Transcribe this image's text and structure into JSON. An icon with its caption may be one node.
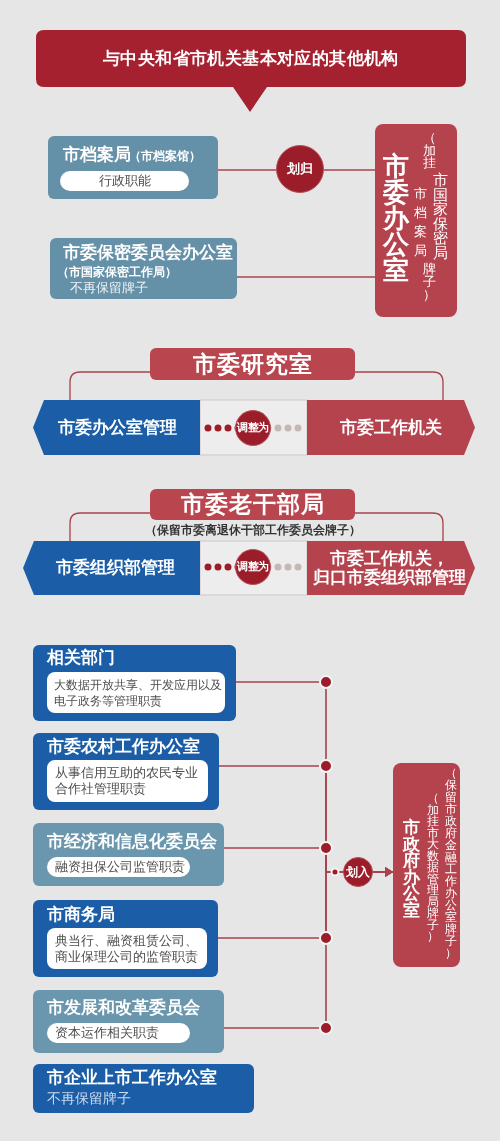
{
  "diagram": {
    "title": "与中央和省市机关基本对应的其他机构",
    "nodes": [
      {
        "text": [
          "市档案局",
          "（市档案馆）"
        ]
      },
      {
        "text": [
          "行政职能"
        ],
        "in": 0
      },
      {
        "text": [
          "市委保密委员会办公室",
          "（市国家保密工作局）",
          "不再保留牌子"
        ]
      },
      {
        "text": [
          "市委办公室",
          "（加挂",
          "市国家保密局",
          "市档案局",
          "牌子）"
        ]
      },
      {
        "text": [
          "市委研究室"
        ]
      },
      {
        "text": [
          "市委办公室管理"
        ]
      },
      {
        "text": [
          "市委工作机关"
        ]
      },
      {
        "text": [
          "市委老干部局"
        ],
        "beside": [
          "（保留市委离退休干部工作委员会牌子）"
        ]
      },
      {
        "text": [
          "市委组织部管理"
        ]
      },
      {
        "text": [
          "市委工作机关，归口市委组织部管理"
        ]
      },
      {
        "text": [
          "相关部门"
        ]
      },
      {
        "text": [
          "大数据开放共享、开发应用以及电子政务等管理职责"
        ],
        "in": 10
      },
      {
        "text": [
          "市委农村工作办公室"
        ]
      },
      {
        "text": [
          "从事信用互助的农民专业合作社管理职责"
        ],
        "in": 12
      },
      {
        "text": [
          "市经济和信息化委员会"
        ]
      },
      {
        "text": [
          "融资担保公司监管职责"
        ],
        "in": 14
      },
      {
        "text": [
          "市商务局"
        ]
      },
      {
        "text": [
          "典当行、融资租赁公司、商业保理公司的监管职责"
        ],
        "in": 16
      },
      {
        "text": [
          "市发展和改革委员会"
        ]
      },
      {
        "text": [
          "资本运作相关职责"
        ],
        "in": 18
      },
      {
        "text": [
          "市企业上市工作办公室",
          "不再保留牌子"
        ]
      },
      {
        "text": [
          "市政府办公室",
          "（加挂市大数据管理局牌子）",
          "（保留市政府金融工作办公室牌子）"
        ]
      }
    ],
    "edges": [
      {
        "from": 0,
        "to": 3,
        "arrow": "none",
        "label": "划归"
      },
      {
        "from": 2,
        "to": 3,
        "arrow": "none"
      },
      {
        "from": 4,
        "to": 5,
        "arrow": "none"
      },
      {
        "from": 4,
        "to": 6,
        "arrow": "none"
      },
      {
        "from": 5,
        "to": 6,
        "arrow": "none",
        "label": "调整为",
        "style": "dashed"
      },
      {
        "from": 7,
        "to": 8,
        "arrow": "none"
      },
      {
        "from": 7,
        "to": 9,
        "arrow": "none"
      },
      {
        "from": 8,
        "to": 9,
        "arrow": "none",
        "label": "调整为",
        "style": "dashed"
      },
      {
        "from": 10,
        "to": 21,
        "arrow": "to"
      },
      {
        "from": 12,
        "to": 21,
        "arrow": "to"
      },
      {
        "from": 14,
        "to": 21,
        "arrow": "to",
        "label": "划入"
      },
      {
        "from": 16,
        "to": 21,
        "arrow": "to"
      },
      {
        "from": 18,
        "to": 21,
        "arrow": "to"
      }
    ]
  }
}
